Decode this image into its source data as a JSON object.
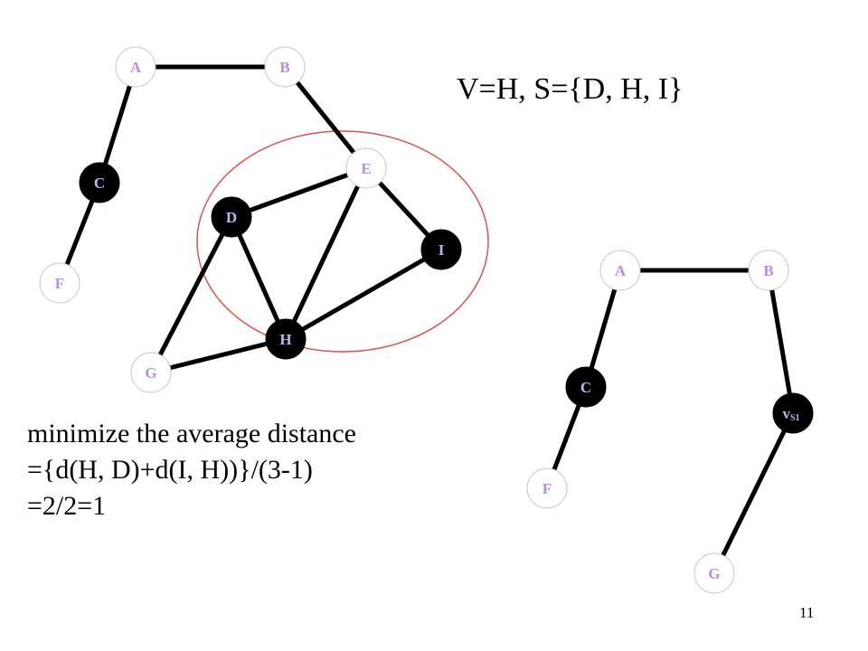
{
  "graph_left": {
    "nodes": [
      {
        "id": "A",
        "label": "A",
        "fill": "light"
      },
      {
        "id": "B",
        "label": "B",
        "fill": "light"
      },
      {
        "id": "C",
        "label": "C",
        "fill": "dark"
      },
      {
        "id": "E",
        "label": "E",
        "fill": "light"
      },
      {
        "id": "D",
        "label": "D",
        "fill": "dark"
      },
      {
        "id": "I",
        "label": "I",
        "fill": "dark"
      },
      {
        "id": "F",
        "label": "F",
        "fill": "light"
      },
      {
        "id": "H",
        "label": "H",
        "fill": "dark"
      },
      {
        "id": "G",
        "label": "G",
        "fill": "light"
      }
    ],
    "edges": [
      [
        "A",
        "B"
      ],
      [
        "A",
        "C"
      ],
      [
        "C",
        "F"
      ],
      [
        "B",
        "E"
      ],
      [
        "E",
        "D"
      ],
      [
        "E",
        "I"
      ],
      [
        "E",
        "H"
      ],
      [
        "D",
        "H"
      ],
      [
        "D",
        "G"
      ],
      [
        "I",
        "H"
      ],
      [
        "H",
        "G"
      ]
    ],
    "highlight_circle_color": "#d9534f"
  },
  "graph_right": {
    "nodes": [
      {
        "id": "A",
        "label": "A",
        "fill": "light"
      },
      {
        "id": "B",
        "label": "B",
        "fill": "light"
      },
      {
        "id": "C",
        "label": "C",
        "fill": "dark"
      },
      {
        "id": "VS1",
        "label": "v",
        "sub": "S1",
        "fill": "dark"
      },
      {
        "id": "F",
        "label": "F",
        "fill": "light"
      },
      {
        "id": "G",
        "label": "G",
        "fill": "light"
      }
    ],
    "edges": [
      [
        "A",
        "B"
      ],
      [
        "A",
        "C"
      ],
      [
        "C",
        "F"
      ],
      [
        "B",
        "VS1"
      ],
      [
        "VS1",
        "G"
      ]
    ]
  },
  "colors": {
    "light_node_fill": "#ffffff",
    "light_node_stroke": "#c8c8c8",
    "light_node_text": "#b98ae6",
    "dark_node_fill": "#000000",
    "dark_node_text": "#c8b0ee"
  },
  "text": {
    "formula_top": "V=H,  S={D, H, I}",
    "formula_line1": "minimize the average distance",
    "formula_line2": "={d(H, D)+d(I, H))}/(3-1)",
    "formula_line3": "=2/2=1",
    "page_number": "11"
  }
}
